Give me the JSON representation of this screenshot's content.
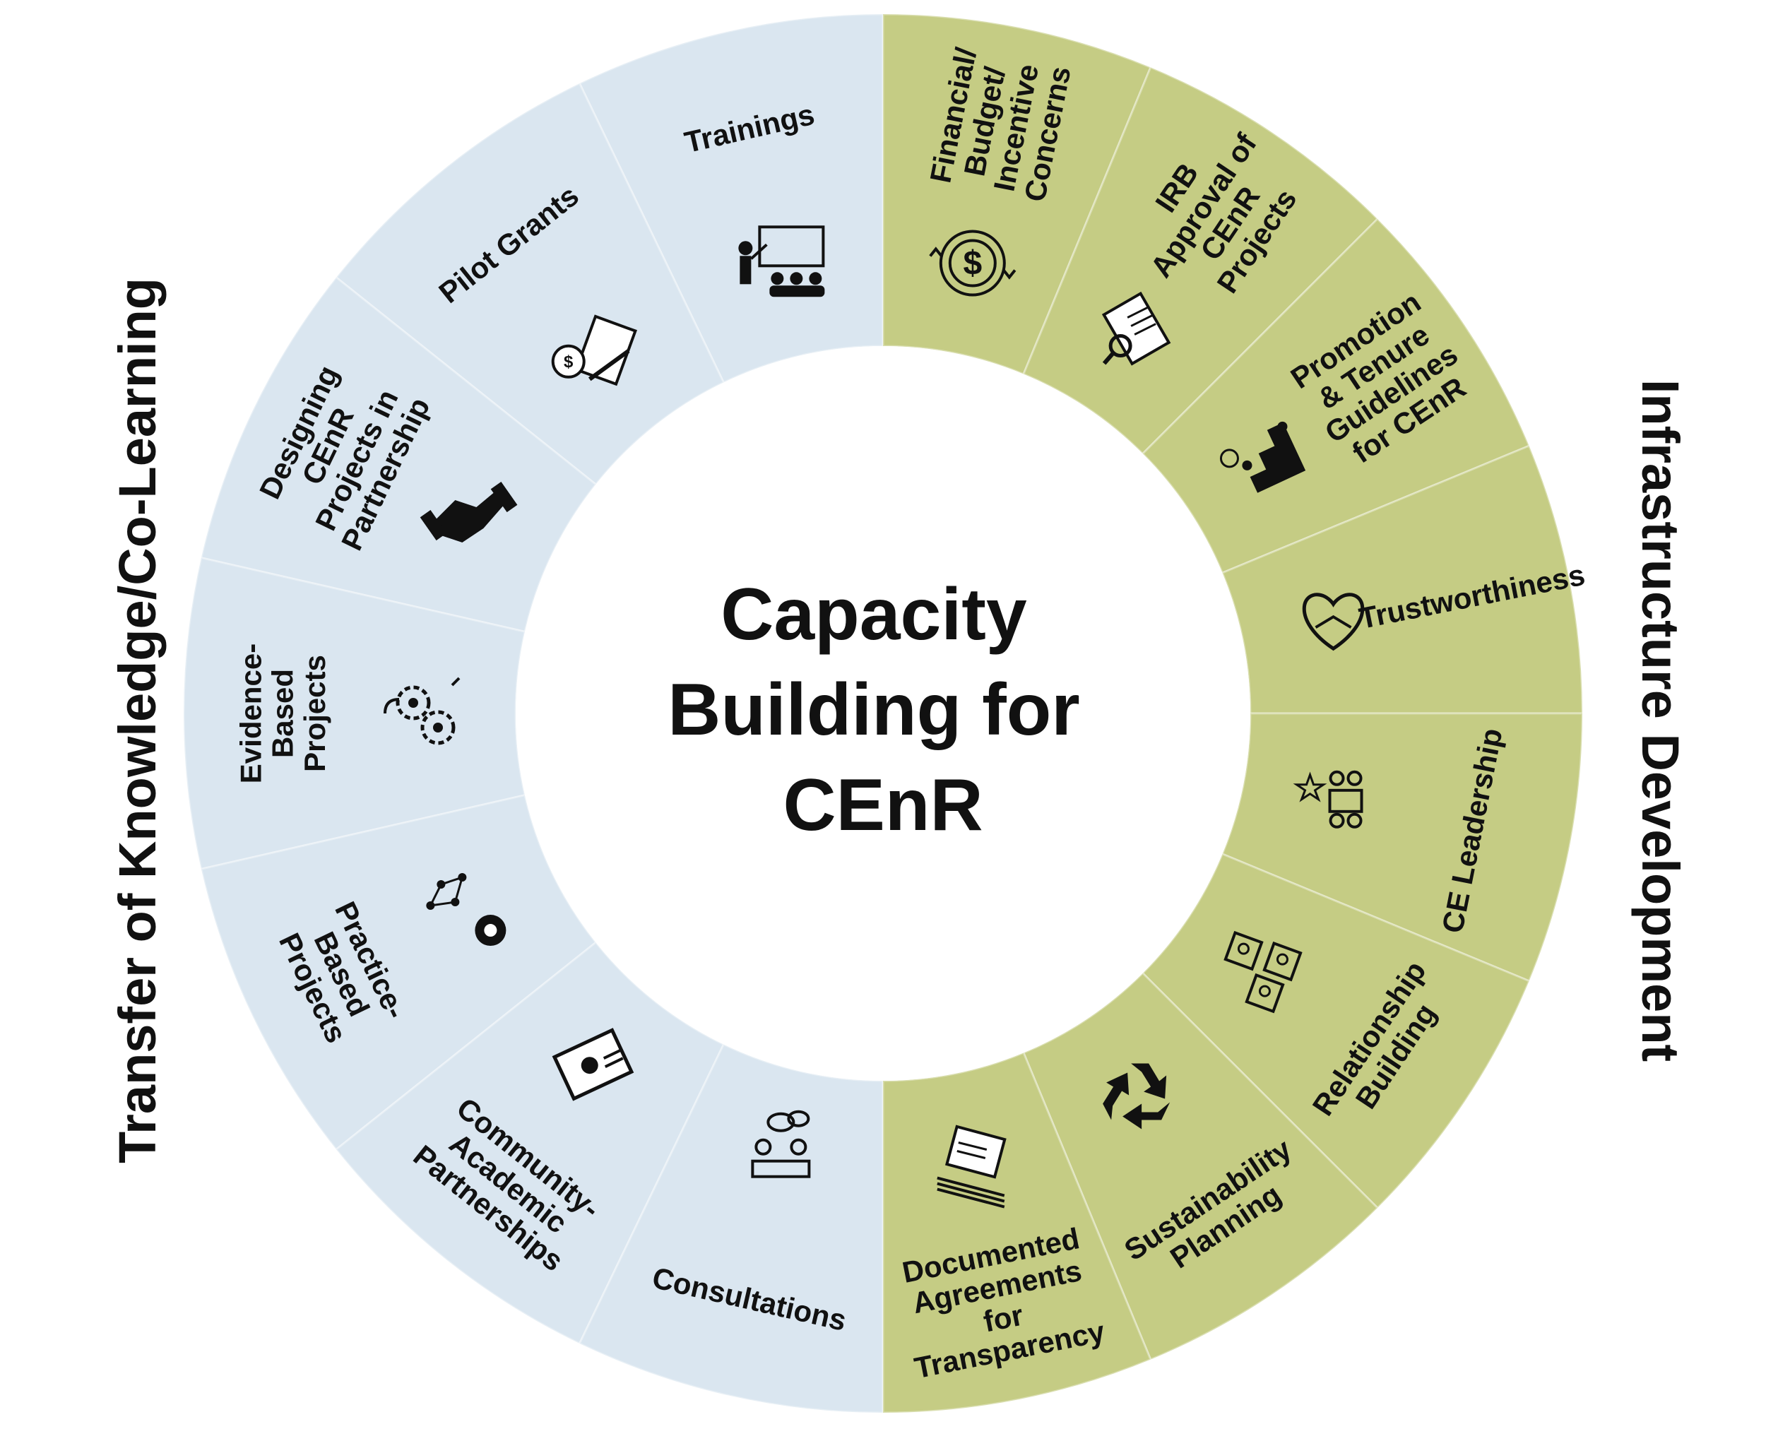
{
  "center": {
    "lines": [
      "Capacity",
      "Building for",
      "CEnR"
    ]
  },
  "left_group": {
    "label": "Transfer of Knowledge/Co-Learning",
    "color": "#dae6f0",
    "items": [
      {
        "lines": [
          "Trainings"
        ],
        "icon": "teacher-presentation-icon"
      },
      {
        "lines": [
          "Pilot Grants"
        ],
        "icon": "grant-document-money-icon"
      },
      {
        "lines": [
          "Designing",
          "CEnR",
          "Projects in",
          "Partnership"
        ],
        "icon": "handshake-icon"
      },
      {
        "lines": [
          "Evidence-",
          "Based",
          "Projects"
        ],
        "icon": "gears-lightbulb-icon"
      },
      {
        "lines": [
          "Practice-",
          "Based",
          "Projects"
        ],
        "icon": "network-gear-bulb-icon"
      },
      {
        "lines": [
          "Community-",
          "Academic",
          "Partnerships"
        ],
        "icon": "presentation-board-icon"
      },
      {
        "lines": [
          "Consultations"
        ],
        "icon": "consultation-meeting-icon"
      }
    ]
  },
  "right_group": {
    "label": "Infrastructure Development",
    "color": "#c5cc84",
    "items": [
      {
        "lines": [
          "Financial/",
          "Budget/",
          "Incentive",
          "Concerns"
        ],
        "icon": "dollar-cycle-icon"
      },
      {
        "lines": [
          "IRB",
          "Approval of",
          "CEnR",
          "Projects"
        ],
        "icon": "document-magnifier-icon"
      },
      {
        "lines": [
          "Promotion",
          "& Tenure",
          "Guidelines",
          "for CEnR"
        ],
        "icon": "stairs-promotion-icon"
      },
      {
        "lines": [
          "Trustworthiness"
        ],
        "icon": "heart-handshake-icon"
      },
      {
        "lines": [
          "CE Leadership"
        ],
        "icon": "leadership-team-icon"
      },
      {
        "lines": [
          "Relationship",
          "Building"
        ],
        "icon": "puzzle-people-icon"
      },
      {
        "lines": [
          "Sustainability",
          "Planning"
        ],
        "icon": "recycle-icon"
      },
      {
        "lines": [
          "Documented",
          "Agreements",
          "for",
          "Transparency"
        ],
        "icon": "document-stack-icon"
      }
    ]
  }
}
